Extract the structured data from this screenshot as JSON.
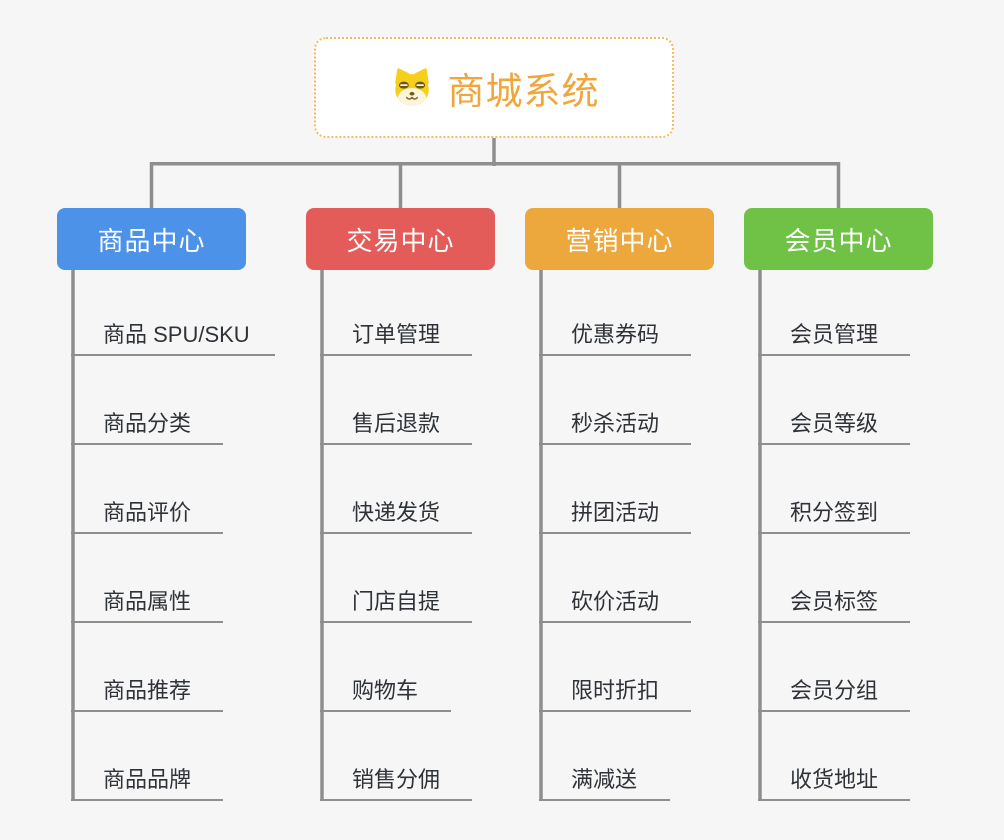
{
  "root": {
    "label": "商城系统",
    "icon": "shiba-dog-icon",
    "text_color": "#f1a63b",
    "border_color": "#f3ba5e"
  },
  "colors": {
    "background": "#f6f6f6",
    "connector": "#8e8e8e",
    "leaf_underline": "#8e8e8e",
    "leaf_text": "#2f3338"
  },
  "branches": [
    {
      "label": "商品中心",
      "color": "#4b92e8",
      "items": [
        "商品 SPU/SKU",
        "商品分类",
        "商品评价",
        "商品属性",
        "商品推荐",
        "商品品牌"
      ]
    },
    {
      "label": "交易中心",
      "color": "#e45c59",
      "items": [
        "订单管理",
        "售后退款",
        "快递发货",
        "门店自提",
        "购物车",
        "销售分佣"
      ]
    },
    {
      "label": "营销中心",
      "color": "#eca73d",
      "items": [
        "优惠券码",
        "秒杀活动",
        "拼团活动",
        "砍价活动",
        "限时折扣",
        "满减送"
      ]
    },
    {
      "label": "会员中心",
      "color": "#6fc246",
      "items": [
        "会员管理",
        "会员等级",
        "积分签到",
        "会员标签",
        "会员分组",
        "收货地址"
      ]
    }
  ]
}
